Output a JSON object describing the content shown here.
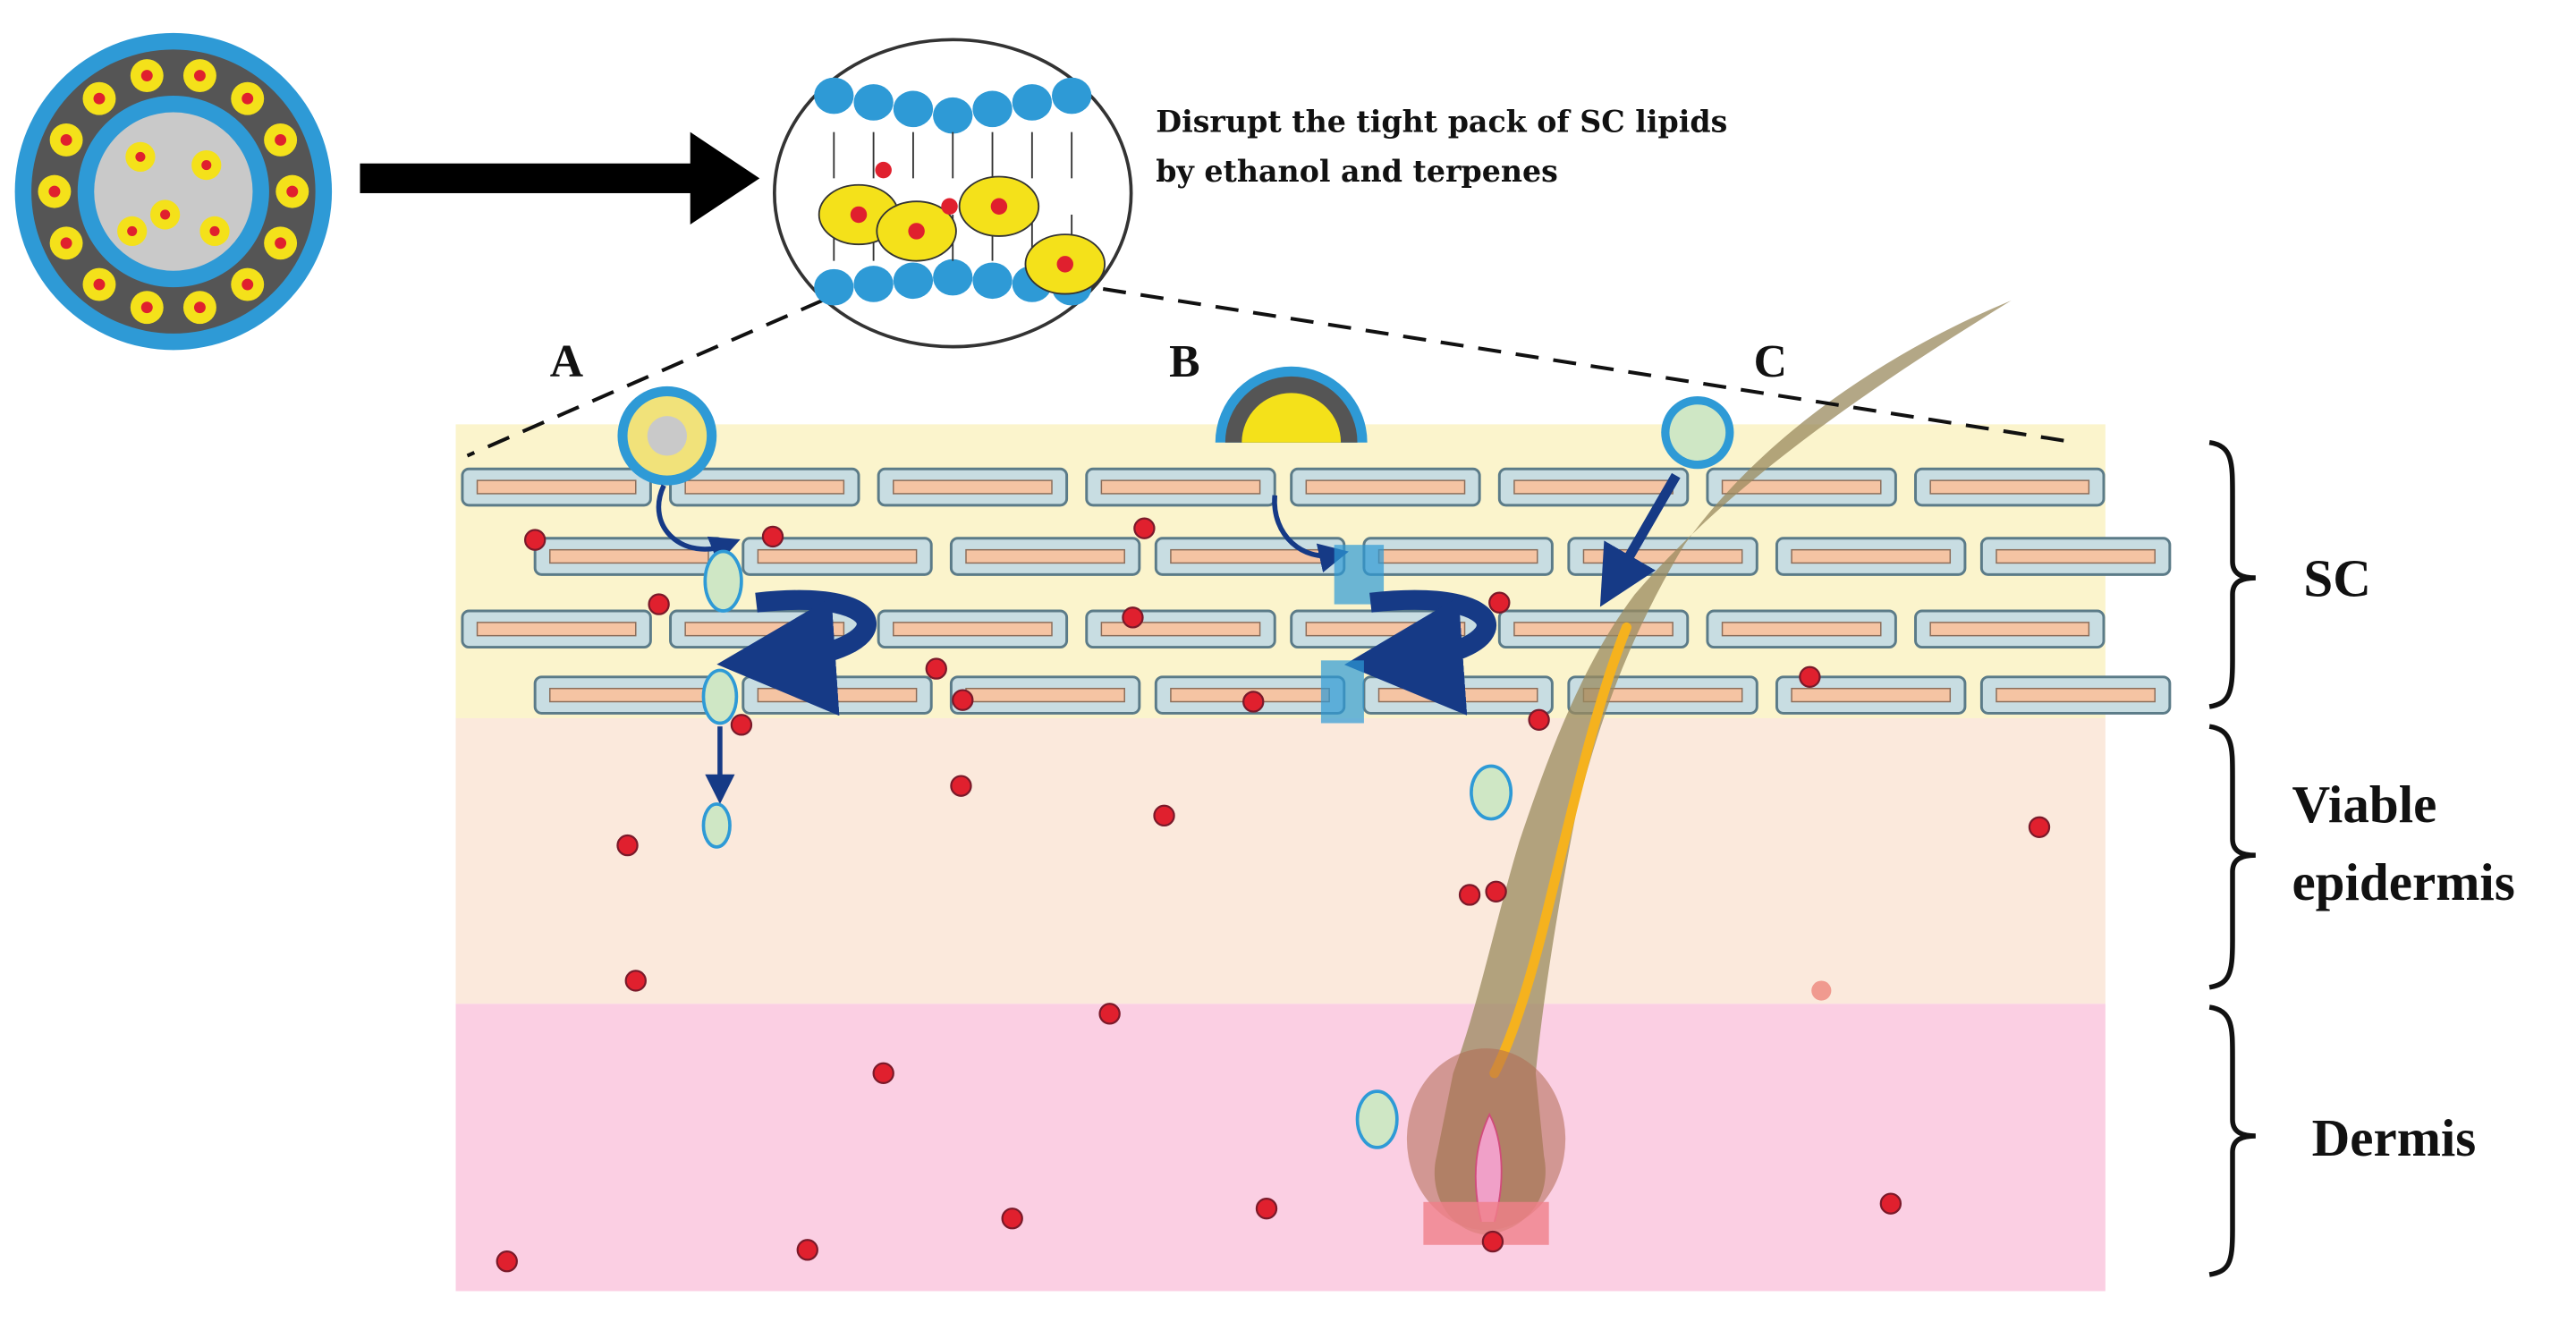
{
  "caption": {
    "line1": "Disrupt the tight pack of SC lipids",
    "line2": "by ethanol and terpenes"
  },
  "pathways": [
    {
      "id": "A",
      "label": "A"
    },
    {
      "id": "B",
      "label": "B"
    },
    {
      "id": "C",
      "label": "C"
    }
  ],
  "layers": [
    {
      "id": "sc",
      "label_lines": [
        "SC"
      ],
      "color": "#fbf4cc"
    },
    {
      "id": "viable",
      "label_lines": [
        "Viable",
        "epidermis"
      ],
      "color": "#fbe9dc"
    },
    {
      "id": "dermis",
      "label_lines": [
        "Dermis"
      ],
      "color": "#fbcfe3"
    }
  ],
  "colors": {
    "vesicle_shell": "#2e9ad6",
    "vesicle_core": "#c9c9c9",
    "terpene_yellow": "#f4e11a",
    "drug_red": "#e0202e",
    "corneocyte_fill": "#c8dde2",
    "corneocyte_inner": "#f5c4a3",
    "arrow_navy": "#163a86",
    "hair_shaft": "#9a8a5e"
  },
  "icons": {
    "vesicle": "ethosome-vesicle-icon",
    "zoom": "lipid-bilayer-zoom-icon",
    "hair": "hair-follicle-icon",
    "drug": "drug-molecule-icon"
  }
}
